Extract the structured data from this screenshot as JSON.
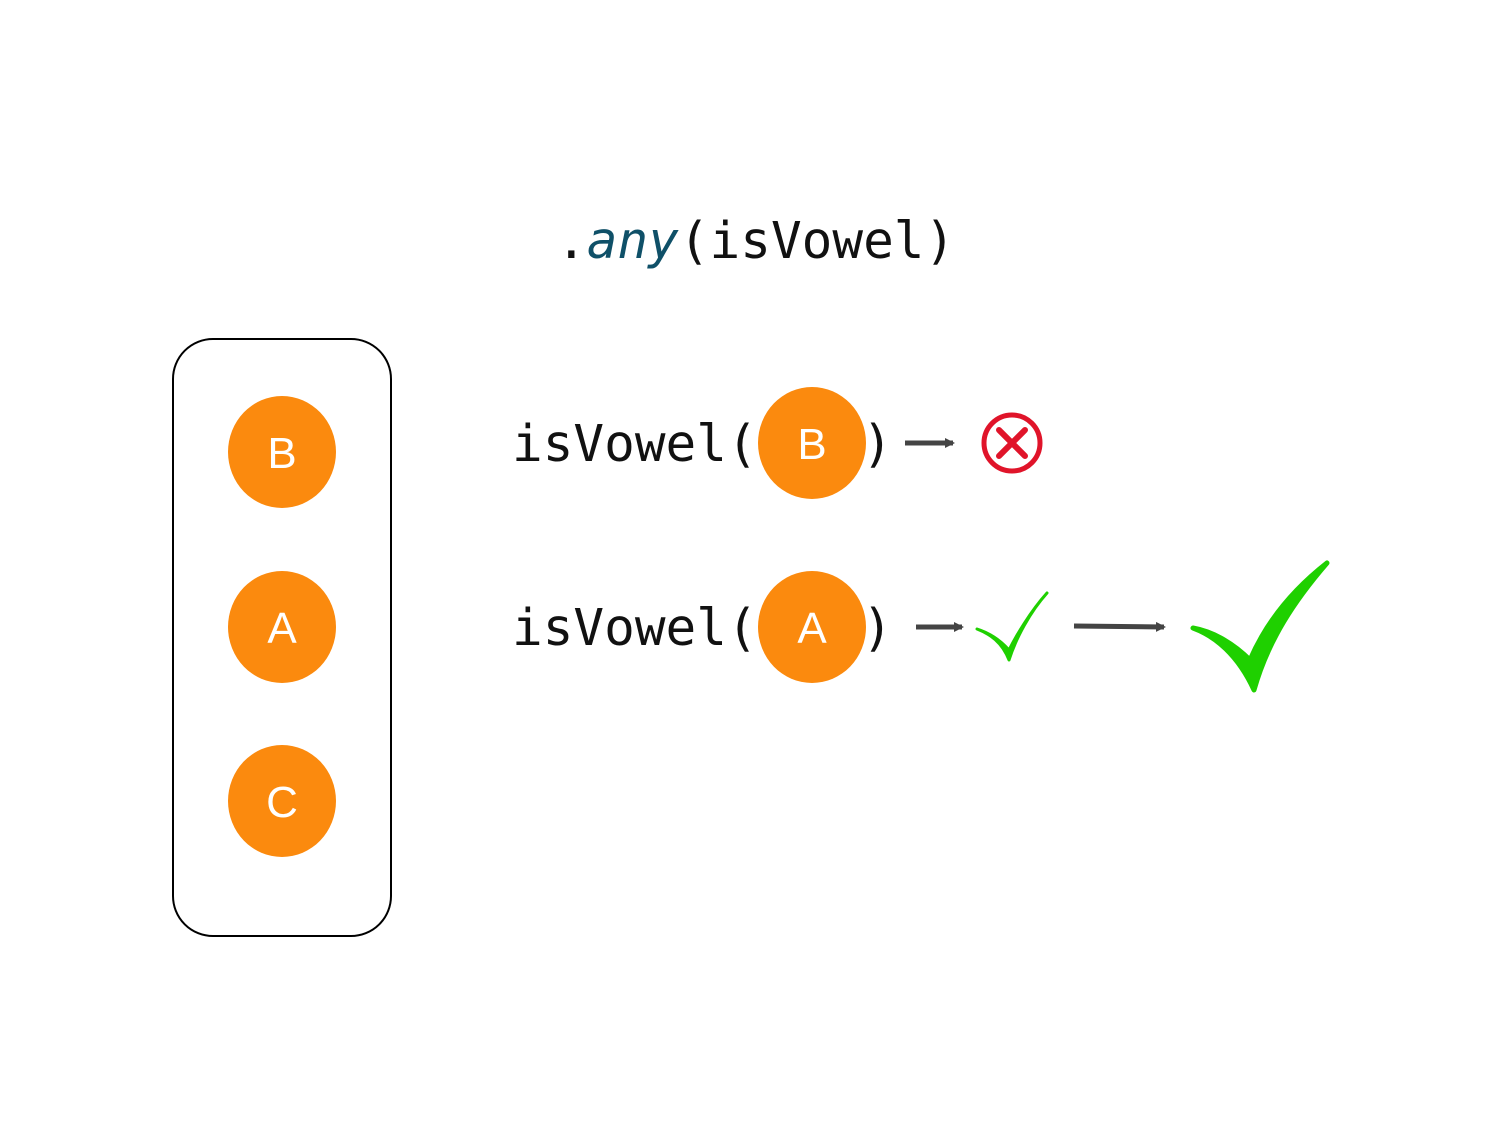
{
  "title": {
    "prefix": ".",
    "method": "any",
    "args": "(isVowel)"
  },
  "collection": {
    "items": [
      "B",
      "A",
      "C"
    ]
  },
  "calls": [
    {
      "fn": "isVowel(",
      "arg": "B",
      "close": ")",
      "result": "false",
      "result_icon": "x-circle-icon"
    },
    {
      "fn": "isVowel(",
      "arg": "A",
      "close": ")",
      "result": "true",
      "result_icon": "checkmark-icon"
    }
  ],
  "final_result": {
    "value": "true",
    "icon": "checkmark-icon"
  },
  "colors": {
    "item": "#fb8a0e",
    "keyword": "#0f5068",
    "false": "#e0142a",
    "true": "#1fd000",
    "arrow": "#444444"
  }
}
